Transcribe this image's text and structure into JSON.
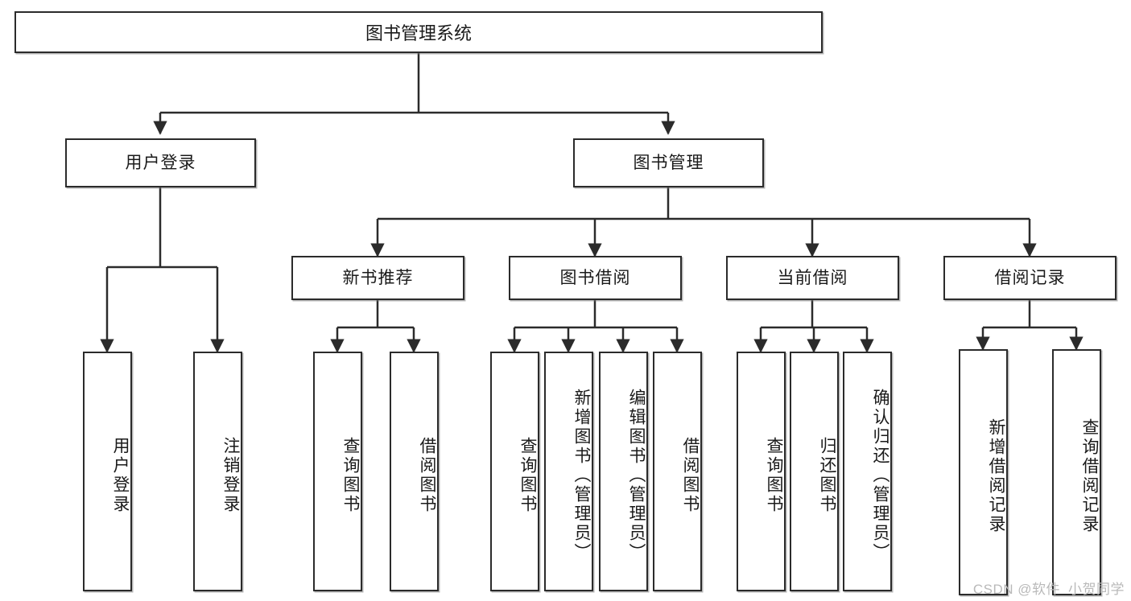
{
  "diagram": {
    "title": "图书管理系统",
    "type": "tree-hierarchy",
    "watermark": "CSDN @软件_小贺同学",
    "colors": {
      "stroke": "#2b2b2b",
      "fill": "#ffffff",
      "text": "#1a1a1a",
      "watermark": "#b9b9b9"
    },
    "nodes": {
      "root": {
        "label": "图书管理系统"
      },
      "level2": [
        {
          "id": "user-login",
          "label": "用户登录"
        },
        {
          "id": "book-manage",
          "label": "图书管理"
        }
      ],
      "level3": [
        {
          "id": "new-book-recommend",
          "label": "新书推荐"
        },
        {
          "id": "book-borrow",
          "label": "图书借阅"
        },
        {
          "id": "current-borrow",
          "label": "当前借阅"
        },
        {
          "id": "borrow-record",
          "label": "借阅记录"
        }
      ],
      "leaves": {
        "user-login": [
          {
            "id": "leaf-user-login",
            "label": "用户登录"
          },
          {
            "id": "leaf-logout",
            "label": "注销登录"
          }
        ],
        "new-book-recommend": [
          {
            "id": "leaf-query-book-1",
            "label": "查询图书"
          },
          {
            "id": "leaf-borrow-book-1",
            "label": "借阅图书"
          }
        ],
        "book-borrow": [
          {
            "id": "leaf-query-book-2",
            "label": "查询图书"
          },
          {
            "id": "leaf-add-book",
            "label": "新增图书（管理员）"
          },
          {
            "id": "leaf-edit-book",
            "label": "编辑图书（管理员）"
          },
          {
            "id": "leaf-borrow-book-2",
            "label": "借阅图书"
          }
        ],
        "current-borrow": [
          {
            "id": "leaf-query-book-3",
            "label": "查询图书"
          },
          {
            "id": "leaf-return-book",
            "label": "归还图书"
          },
          {
            "id": "leaf-confirm-return",
            "label": "确认归还（管理员）"
          }
        ],
        "borrow-record": [
          {
            "id": "leaf-add-record",
            "label": "新增借阅记录"
          },
          {
            "id": "leaf-query-record",
            "label": "查询借阅记录"
          }
        ]
      }
    }
  }
}
